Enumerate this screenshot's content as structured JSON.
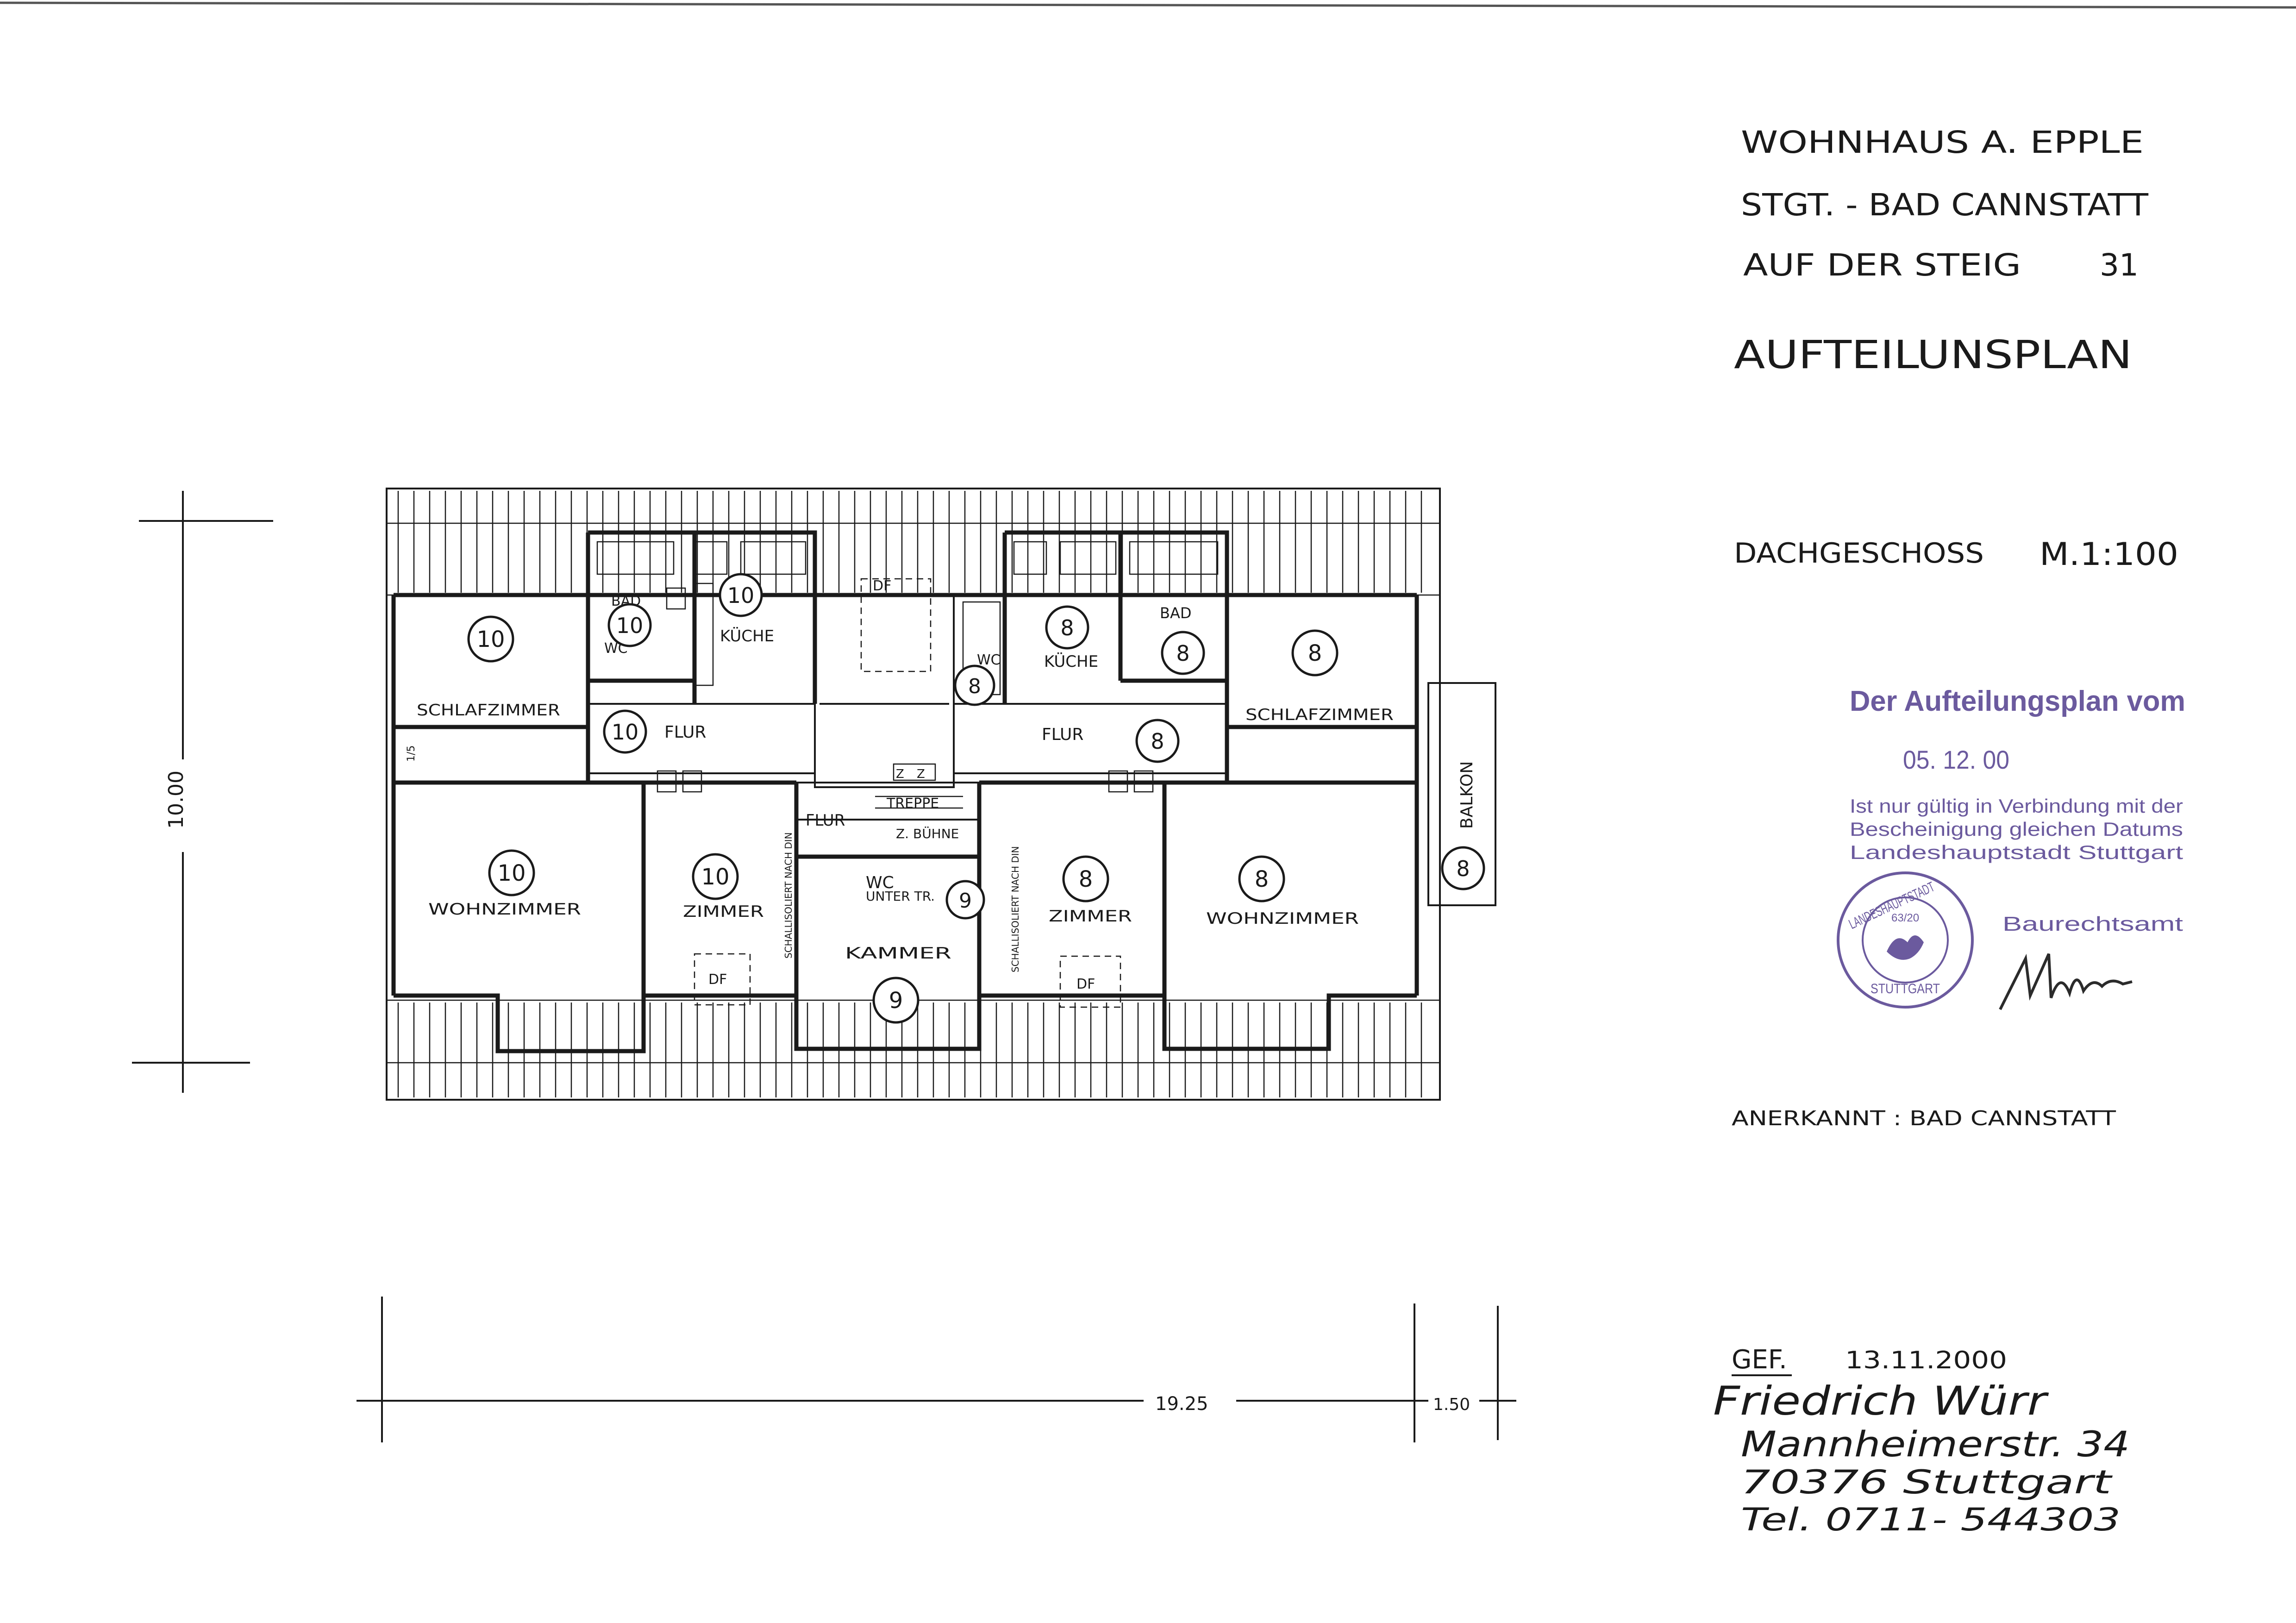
{
  "header": {
    "line1": "WOHNHAUS A. EPPLE",
    "line2": "STGT. - BAD CANNSTATT",
    "line3_street": "AUF DER STEIG",
    "line3_number": "31",
    "title": "AUFTEILUNSPLAN",
    "floor": "DACHGESCHOSS",
    "scale": "M.1:100"
  },
  "stamp": {
    "headline": "Der Aufteilungsplan vom",
    "date": "05. 12. 00",
    "line1": "Ist nur gültig in Verbindung mit der",
    "line2": "Bescheinigung gleichen Datums",
    "line3": "Landeshauptstadt Stuttgart",
    "office": "Baurechtsamt",
    "seal_top": "LANDESHAUPTSTADT",
    "seal_code": "63/20",
    "seal_bottom": "STUTTGART",
    "color": "#6b5a9e"
  },
  "approval": {
    "label": "ANERKANNT : BAD CANNSTATT"
  },
  "signature_block": {
    "gef": "GEF.",
    "date": "13.11.2000",
    "name": "Friedrich Würr",
    "street": "Mannheimerstr. 34",
    "city": "70376 Stuttgart",
    "phone": "Tel. 0711- 544303"
  },
  "dimensions": {
    "height": "10.00",
    "width": "19.25",
    "balcony": "1.50"
  },
  "rooms": {
    "schlafzimmer_left": "SCHLAFZIMMER",
    "schlafzimmer_right": "SCHLAFZIMMER",
    "bad_left": "BAD",
    "wc_left": "WC",
    "kueche_left": "KÜCHE",
    "flur_left": "FLUR",
    "flur_right": "FLUR",
    "flur_center": "FLUR",
    "kueche_right": "KÜCHE",
    "bad_right": "BAD",
    "wc_right": "WC",
    "df_top": "DF",
    "treppe": "TREPPE",
    "treppe_sub": "Z. BÜHNE",
    "wohnzimmer_left": "WOHNZIMMER",
    "wohnzimmer_right": "WOHNZIMMER",
    "zimmer_left": "ZIMMER",
    "zimmer_right": "ZIMMER",
    "wc_center": "WC",
    "wc_center_sub": "UNTER TR.",
    "kammer": "KAMMER",
    "df_left": "DF",
    "df_right": "DF",
    "balkon": "BALKON",
    "wall_note_left": "SCHALLISOLIERT NACH DIN",
    "wall_note_right": "SCHALLISOLIERT NACH DIN",
    "z1": "Z",
    "z2": "Z",
    "slope": "1/5"
  },
  "unit_numbers": {
    "schlafzimmer_left": "10",
    "bad_left": "10",
    "kueche_left": "10",
    "flur_left": "10",
    "wohnzimmer_left": "10",
    "zimmer_left": "10",
    "kueche_right": "8",
    "bad_right": "8",
    "wc_right": "8",
    "flur_right": "8",
    "schlafzimmer_right": "8",
    "wohnzimmer_right": "8",
    "zimmer_right": "8",
    "balkon": "8",
    "wc_center": "9",
    "kammer": "9"
  }
}
